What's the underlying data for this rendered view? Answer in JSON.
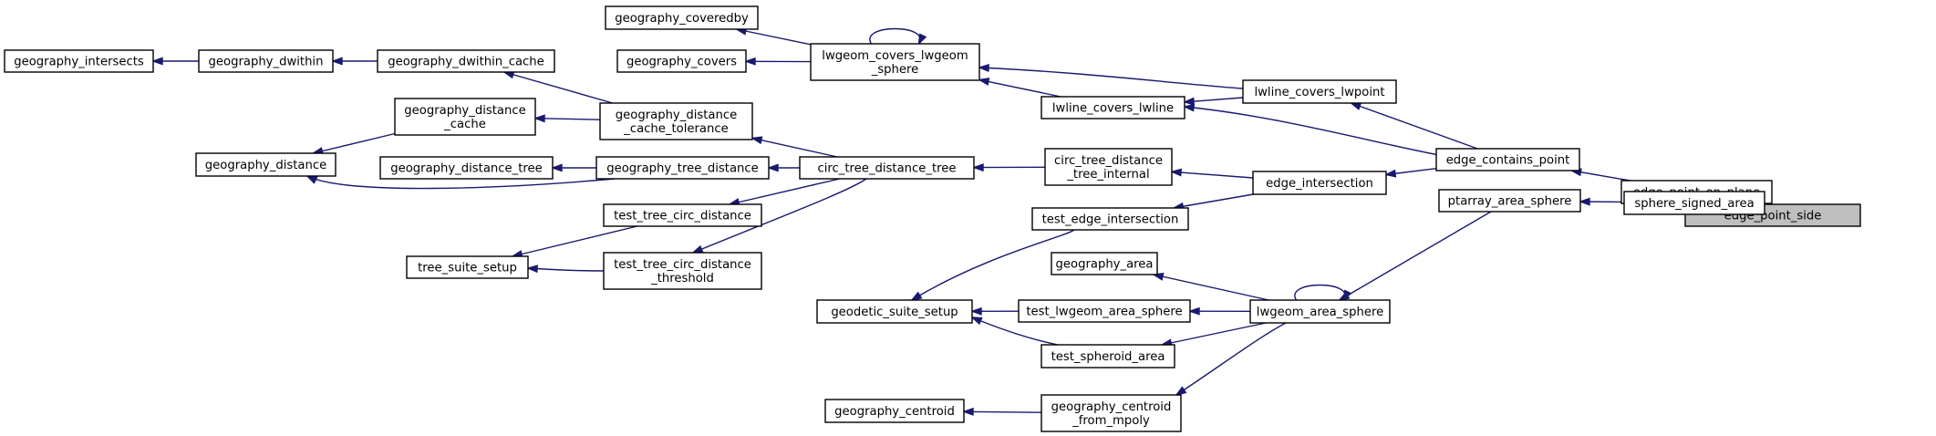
{
  "graph": {
    "root": "edge_point_side",
    "nodes": [
      {
        "id": "edge_point_side",
        "lines": [
          "edge_point_side"
        ]
      },
      {
        "id": "edge_point_on_plane",
        "lines": [
          "edge_point_on_plane"
        ]
      },
      {
        "id": "sphere_signed_area",
        "lines": [
          "sphere_signed_area"
        ]
      },
      {
        "id": "edge_contains_point",
        "lines": [
          "edge_contains_point"
        ]
      },
      {
        "id": "ptarray_area_sphere",
        "lines": [
          "ptarray_area_sphere"
        ]
      },
      {
        "id": "lwline_covers_lwpoint",
        "lines": [
          "lwline_covers_lwpoint"
        ]
      },
      {
        "id": "edge_intersection",
        "lines": [
          "edge_intersection"
        ]
      },
      {
        "id": "lwgeom_area_sphere",
        "lines": [
          "lwgeom_area_sphere"
        ]
      },
      {
        "id": "lwgeom_covers_lwgeom_sphere",
        "lines": [
          "lwgeom_covers_lwgeom",
          "_sphere"
        ]
      },
      {
        "id": "lwline_covers_lwline",
        "lines": [
          "lwline_covers_lwline"
        ]
      },
      {
        "id": "circ_tree_distance_tree_internal",
        "lines": [
          "circ_tree_distance",
          "_tree_internal"
        ]
      },
      {
        "id": "test_edge_intersection",
        "lines": [
          "test_edge_intersection"
        ]
      },
      {
        "id": "geography_area",
        "lines": [
          "geography_area"
        ]
      },
      {
        "id": "test_lwgeom_area_sphere",
        "lines": [
          "test_lwgeom_area_sphere"
        ]
      },
      {
        "id": "test_spheroid_area",
        "lines": [
          "test_spheroid_area"
        ]
      },
      {
        "id": "geography_centroid_from_mpoly",
        "lines": [
          "geography_centroid",
          "_from_mpoly"
        ]
      },
      {
        "id": "geography_coveredby",
        "lines": [
          "geography_coveredby"
        ]
      },
      {
        "id": "geography_covers",
        "lines": [
          "geography_covers"
        ]
      },
      {
        "id": "circ_tree_distance_tree",
        "lines": [
          "circ_tree_distance_tree"
        ]
      },
      {
        "id": "geodetic_suite_setup",
        "lines": [
          "geodetic_suite_setup"
        ]
      },
      {
        "id": "geography_centroid",
        "lines": [
          "geography_centroid"
        ]
      },
      {
        "id": "geography_distance_cache_tolerance",
        "lines": [
          "geography_distance",
          "_cache_tolerance"
        ]
      },
      {
        "id": "geography_tree_distance",
        "lines": [
          "geography_tree_distance"
        ]
      },
      {
        "id": "test_tree_circ_distance",
        "lines": [
          "test_tree_circ_distance"
        ]
      },
      {
        "id": "test_tree_circ_distance_threshold",
        "lines": [
          "test_tree_circ_distance",
          "_threshold"
        ]
      },
      {
        "id": "geography_dwithin_cache",
        "lines": [
          "geography_dwithin_cache"
        ]
      },
      {
        "id": "geography_distance_cache",
        "lines": [
          "geography_distance",
          "_cache"
        ]
      },
      {
        "id": "geography_distance_tree",
        "lines": [
          "geography_distance_tree"
        ]
      },
      {
        "id": "geography_distance",
        "lines": [
          "geography_distance"
        ]
      },
      {
        "id": "tree_suite_setup",
        "lines": [
          "tree_suite_setup"
        ]
      },
      {
        "id": "geography_dwithin",
        "lines": [
          "geography_dwithin"
        ]
      },
      {
        "id": "geography_intersects",
        "lines": [
          "geography_intersects"
        ]
      }
    ],
    "edges": [
      {
        "from": "edge_point_on_plane",
        "to": "edge_point_side"
      },
      {
        "from": "sphere_signed_area",
        "to": "edge_point_side"
      },
      {
        "from": "edge_contains_point",
        "to": "edge_point_on_plane"
      },
      {
        "from": "ptarray_area_sphere",
        "to": "sphere_signed_area"
      },
      {
        "from": "lwline_covers_lwpoint",
        "to": "edge_contains_point"
      },
      {
        "from": "edge_intersection",
        "to": "edge_contains_point"
      },
      {
        "from": "lwline_covers_lwline",
        "to": "edge_contains_point"
      },
      {
        "from": "lwgeom_area_sphere",
        "to": "ptarray_area_sphere"
      },
      {
        "from": "lwgeom_covers_lwgeom_sphere",
        "to": "lwline_covers_lwpoint"
      },
      {
        "from": "lwline_covers_lwline",
        "to": "lwline_covers_lwpoint"
      },
      {
        "from": "circ_tree_distance_tree_internal",
        "to": "edge_intersection"
      },
      {
        "from": "test_edge_intersection",
        "to": "edge_intersection"
      },
      {
        "from": "lwgeom_area_sphere",
        "to": "lwgeom_area_sphere"
      },
      {
        "from": "geography_area",
        "to": "lwgeom_area_sphere"
      },
      {
        "from": "test_lwgeom_area_sphere",
        "to": "lwgeom_area_sphere"
      },
      {
        "from": "test_spheroid_area",
        "to": "lwgeom_area_sphere"
      },
      {
        "from": "geography_centroid_from_mpoly",
        "to": "lwgeom_area_sphere"
      },
      {
        "from": "lwgeom_covers_lwgeom_sphere",
        "to": "lwline_covers_lwline"
      },
      {
        "from": "lwgeom_covers_lwgeom_sphere",
        "to": "lwgeom_covers_lwgeom_sphere"
      },
      {
        "from": "geography_coveredby",
        "to": "lwgeom_covers_lwgeom_sphere"
      },
      {
        "from": "geography_covers",
        "to": "lwgeom_covers_lwgeom_sphere"
      },
      {
        "from": "circ_tree_distance_tree",
        "to": "circ_tree_distance_tree_internal"
      },
      {
        "from": "geodetic_suite_setup",
        "to": "test_edge_intersection"
      },
      {
        "from": "geodetic_suite_setup",
        "to": "test_lwgeom_area_sphere"
      },
      {
        "from": "geodetic_suite_setup",
        "to": "test_spheroid_area"
      },
      {
        "from": "geography_centroid",
        "to": "geography_centroid_from_mpoly"
      },
      {
        "from": "geography_distance_cache_tolerance",
        "to": "circ_tree_distance_tree"
      },
      {
        "from": "geography_tree_distance",
        "to": "circ_tree_distance_tree"
      },
      {
        "from": "test_tree_circ_distance",
        "to": "circ_tree_distance_tree"
      },
      {
        "from": "test_tree_circ_distance_threshold",
        "to": "circ_tree_distance_tree"
      },
      {
        "from": "geography_dwithin_cache",
        "to": "geography_distance_cache_tolerance"
      },
      {
        "from": "geography_distance_cache",
        "to": "geography_distance_cache_tolerance"
      },
      {
        "from": "geography_distance_tree",
        "to": "geography_tree_distance"
      },
      {
        "from": "geography_distance",
        "to": "geography_tree_distance"
      },
      {
        "from": "tree_suite_setup",
        "to": "test_tree_circ_distance"
      },
      {
        "from": "tree_suite_setup",
        "to": "test_tree_circ_distance_threshold"
      },
      {
        "from": "geography_dwithin",
        "to": "geography_dwithin_cache"
      },
      {
        "from": "geography_distance",
        "to": "geography_distance_cache"
      },
      {
        "from": "geography_intersects",
        "to": "geography_dwithin"
      }
    ]
  },
  "colors": {
    "edge": "#191970",
    "node_border": "#000000",
    "node_fill": "#ffffff",
    "root_fill": "#bfbfbf"
  }
}
